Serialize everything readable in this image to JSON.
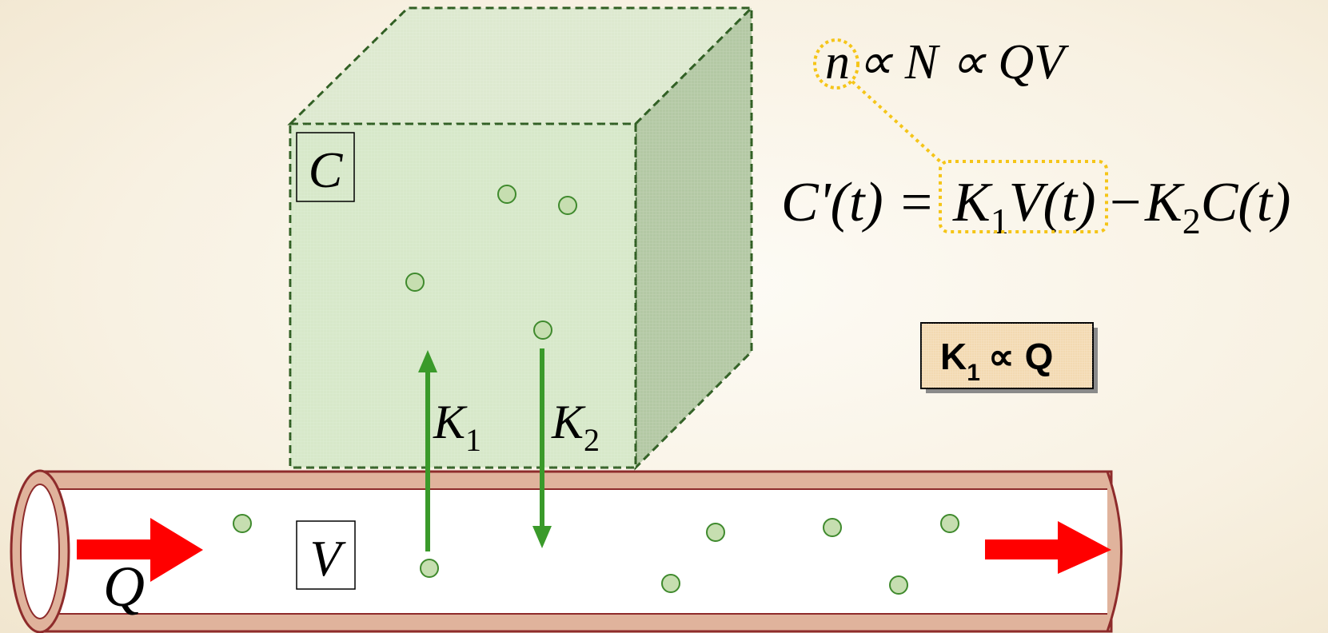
{
  "colors": {
    "cube_face": "#d7e8c9",
    "cube_side": "#b3c8a4",
    "cube_edge": "#2f5e22",
    "tube_wall": "#e0b39c",
    "tube_edge": "#8e2b2b",
    "particle_fill": "#c6deb0",
    "particle_edge": "#3f8a2d",
    "arrow_green": "#3a9a2a",
    "arrow_red": "#ff0000",
    "highlight": "#f5c518",
    "k_box_fill": "#f3d9b1"
  },
  "tissue": {
    "label": "C"
  },
  "blood": {
    "volume_label": "V",
    "flow_label": "Q"
  },
  "rates": {
    "k1": {
      "letter": "K",
      "subscript": "1"
    },
    "k2": {
      "letter": "K",
      "subscript": "2"
    }
  },
  "equations": {
    "proportionality": {
      "n": "n",
      "rest": "∝ N ∝ QV"
    },
    "ode": {
      "lhs": "C'(t) =",
      "k1_letter": "K",
      "k1_sub": "1",
      "k1_rest": "V(t)",
      "minus": "−",
      "k2_letter": "K",
      "k2_sub": "2",
      "k2_rest": "C(t)"
    }
  },
  "k1_box": {
    "letter": "K",
    "subscript": "1",
    "rest": "∝ Q"
  }
}
